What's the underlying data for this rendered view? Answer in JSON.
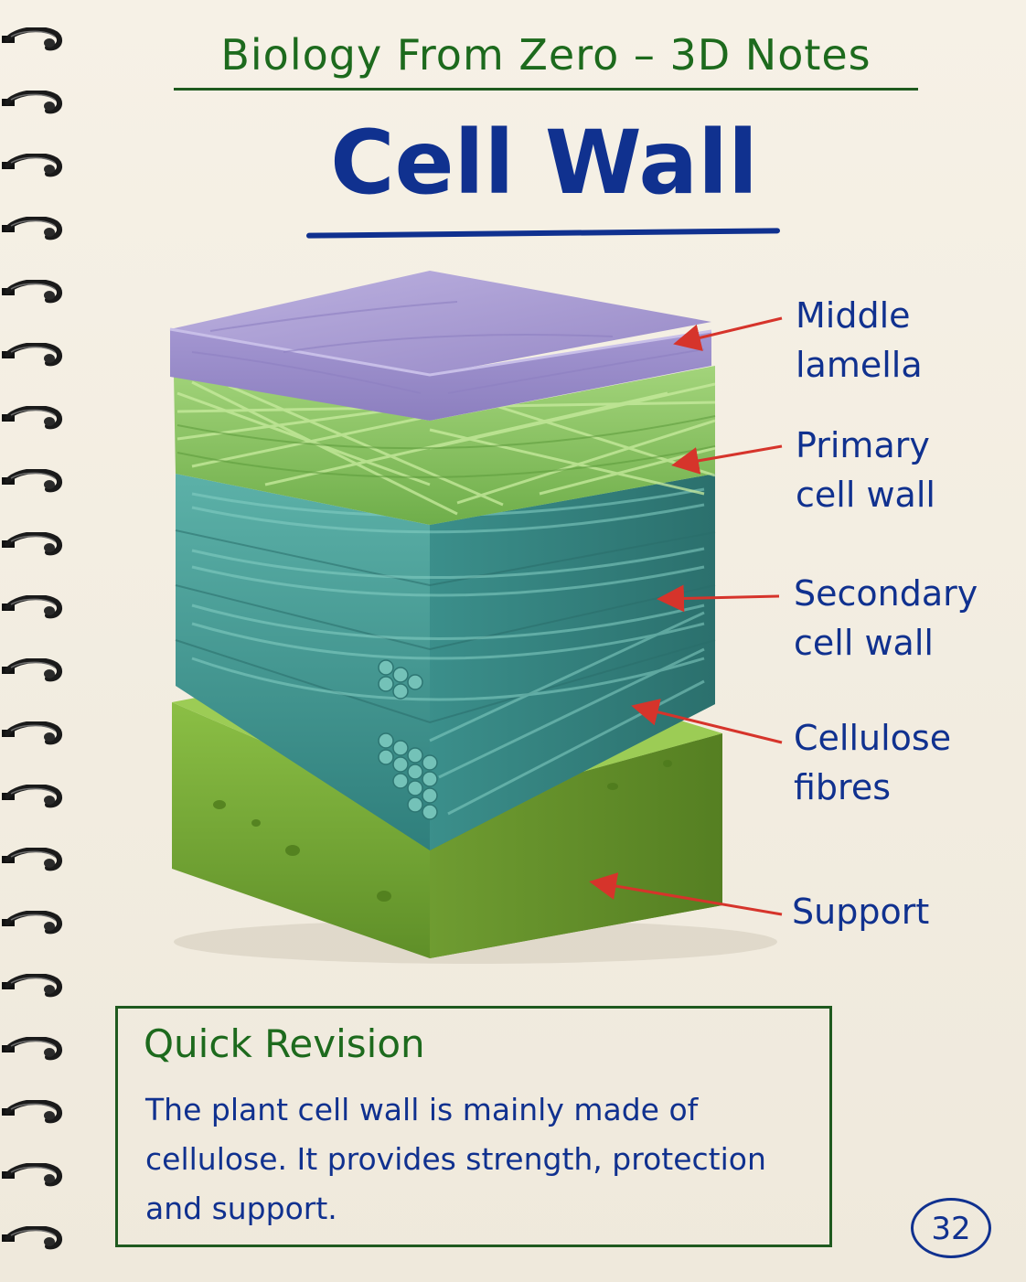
{
  "header": {
    "subject_title": "Biology From Zero – 3D Notes"
  },
  "main": {
    "title": "Cell Wall"
  },
  "labels": [
    {
      "line1": "Middle",
      "line2": "lamella"
    },
    {
      "line1": "Primary",
      "line2": "cell wall"
    },
    {
      "line1": "Secondary",
      "line2": "cell wall"
    },
    {
      "line1": "Cellulose",
      "line2": "fibres"
    },
    {
      "line1": "Support",
      "line2": ""
    }
  ],
  "revision": {
    "title": "Quick Revision",
    "text": "The plant cell wall is mainly made of cellulose. It provides strength, protection and support."
  },
  "page_number": "32",
  "colors": {
    "header_green": "#1d6a1d",
    "ink_blue": "#10318f",
    "arrow_red": "#d6342b",
    "lamella_purple": "#a89bd0",
    "primary_green": "#8cc462",
    "secondary_teal": "#3f9b96",
    "support_green": "#7aa83a"
  }
}
